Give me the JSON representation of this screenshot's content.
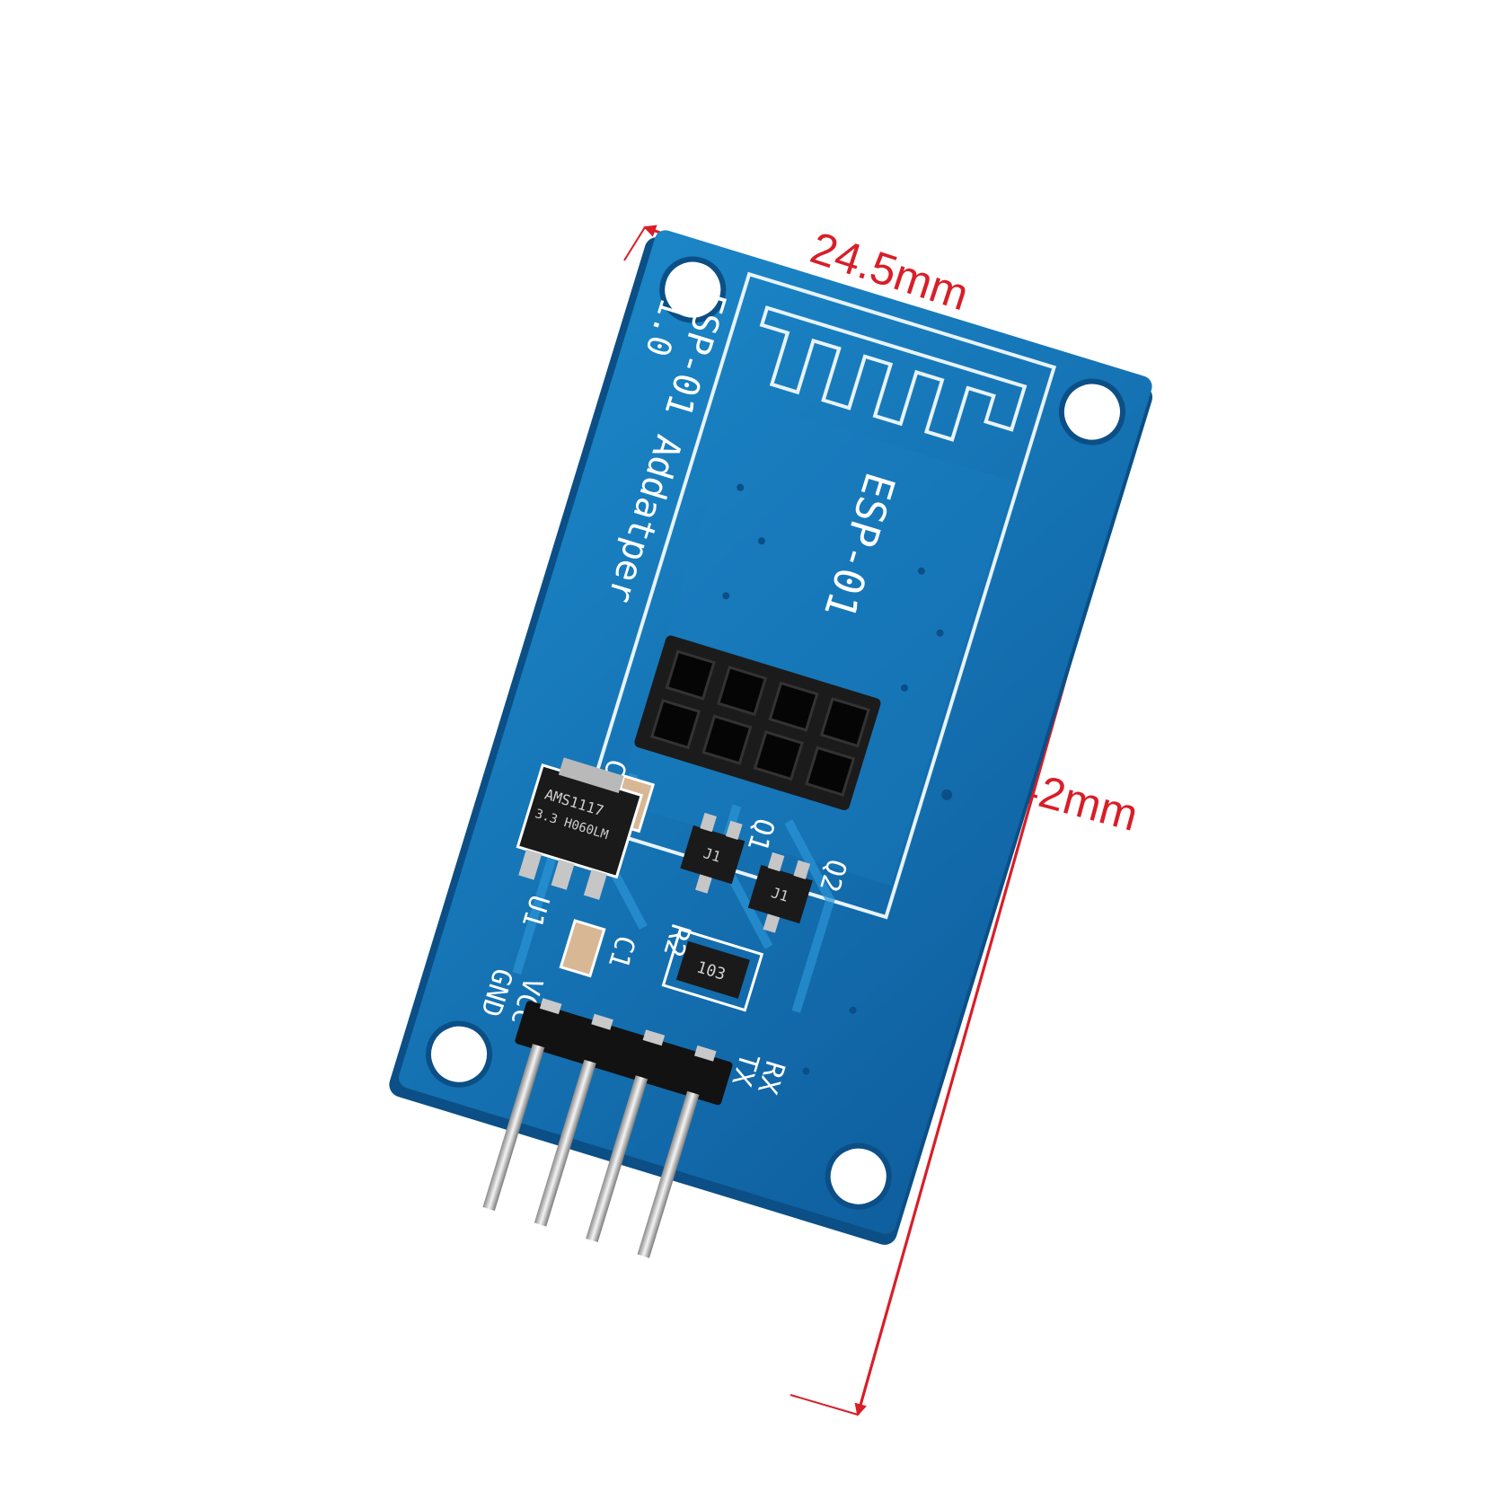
{
  "dimensions": {
    "width_label": "24.5mm",
    "height_label": "42mm",
    "color": "#d81e28"
  },
  "board": {
    "title_line1": "ESP-01 Addatper",
    "title_line2": "V1.0",
    "module_label": "ESP-01",
    "pcb_color": "#1475b8",
    "components": {
      "c2": "C2",
      "c1": "C1",
      "u1": "U1",
      "q1": "Q1",
      "q2": "Q2",
      "r2": "R2",
      "regulator_line1": "AMS1117",
      "regulator_line2": "3.3 H060LM",
      "transistor_marking": "J1",
      "resistor_marking": "103"
    },
    "pins": {
      "gnd": "GND",
      "vcc": "VCC",
      "rx": "RX",
      "tx": "TX"
    }
  }
}
